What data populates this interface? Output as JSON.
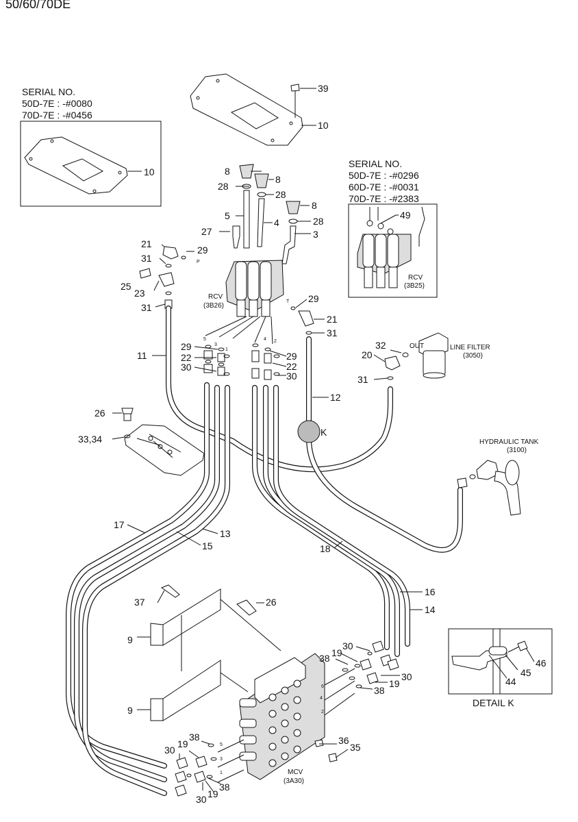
{
  "header": {
    "model": "50/60/70DE"
  },
  "serial_box_left": {
    "title": "SERIAL NO.",
    "line1": "50D-7E : -#0080",
    "line2": "70D-7E : -#0456",
    "callout": "10"
  },
  "serial_box_right": {
    "title": "SERIAL NO.",
    "line1": "50D-7E : -#0296",
    "line2": "60D-7E : -#0031",
    "line3": "70D-7E : -#2383",
    "callout": "49",
    "rcv_label": "RCV",
    "rcv_code": "(3B25)"
  },
  "components": {
    "rcv": {
      "name": "RCV",
      "code": "(3B26)"
    },
    "line_filter": {
      "name": "LINE FILTER",
      "code": "(3050)",
      "port": "OUT"
    },
    "hydraulic_tank": {
      "name": "HYDRAULIC TANK",
      "code": "(3100)"
    },
    "mcv": {
      "name": "MCV",
      "code": "(3A30)"
    },
    "detail_k": {
      "title": "DETAIL K",
      "marker": "K"
    }
  },
  "port_labels": {
    "p": "P",
    "t": "T",
    "n5": "5",
    "n3": "3",
    "n1": "1",
    "n4": "4",
    "n2": "2",
    "n6": "6"
  },
  "callouts": {
    "c39": "39",
    "c10": "10",
    "c8a": "8",
    "c8b": "8",
    "c8c": "8",
    "c28a": "28",
    "c28b": "28",
    "c28c": "28",
    "c5": "5",
    "c4": "4",
    "c3": "3",
    "c27": "27",
    "c21a": "21",
    "c29a": "29",
    "c31a": "31",
    "c25": "25",
    "c23": "23",
    "c31b": "31",
    "c29b": "29",
    "c21b": "21",
    "c31c": "31",
    "c11": "11",
    "c29c": "29",
    "c22a": "22",
    "c30a": "30",
    "c29d": "29",
    "c22b": "22",
    "c30b": "30",
    "c32": "32",
    "c20": "20",
    "c31d": "31",
    "c12": "12",
    "c26a": "26",
    "c3334": "33,34",
    "c17": "17",
    "c13": "13",
    "c15": "15",
    "c18": "18",
    "c16": "16",
    "c14": "14",
    "c37": "37",
    "c26b": "26",
    "c9a": "9",
    "c9b": "9",
    "c38a": "38",
    "c19a": "19",
    "c30c": "30",
    "c19b": "19",
    "c30d": "30",
    "c38b": "38",
    "c30e": "30",
    "c19c": "19",
    "c38c": "38",
    "c30f": "30",
    "c19d": "19",
    "c38d": "38",
    "c36": "36",
    "c35": "35",
    "c44": "44",
    "c45": "45",
    "c46": "46"
  }
}
